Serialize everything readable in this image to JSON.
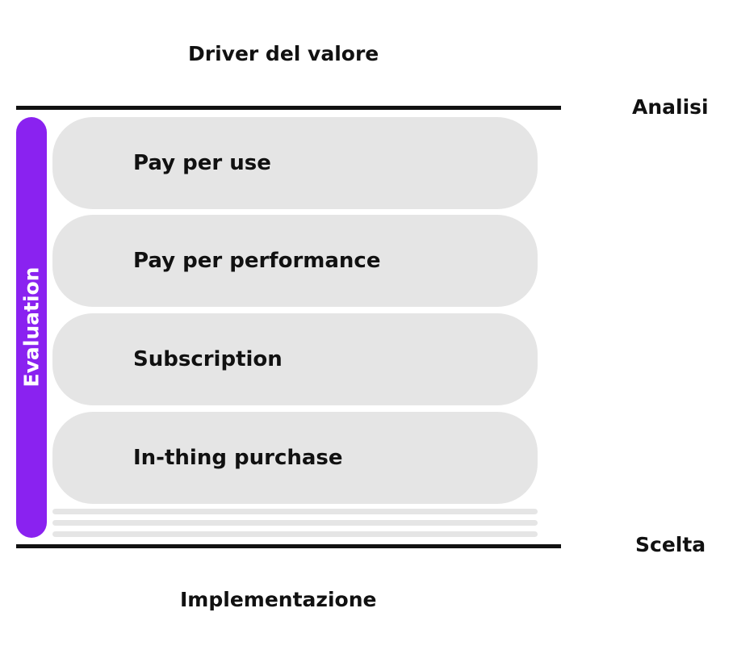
{
  "diagram": {
    "top_heading": "Driver del valore",
    "bottom_heading": "Implementazione",
    "top_rule_label": "Analisi",
    "bottom_rule_label": "Scelta",
    "side_bar_label": "Evaluation",
    "accent_color": "#8a22f0",
    "items": [
      {
        "label": "Pay per use"
      },
      {
        "label": "Pay per performance"
      },
      {
        "label": "Subscription"
      },
      {
        "label": "In-thing purchase"
      }
    ]
  }
}
